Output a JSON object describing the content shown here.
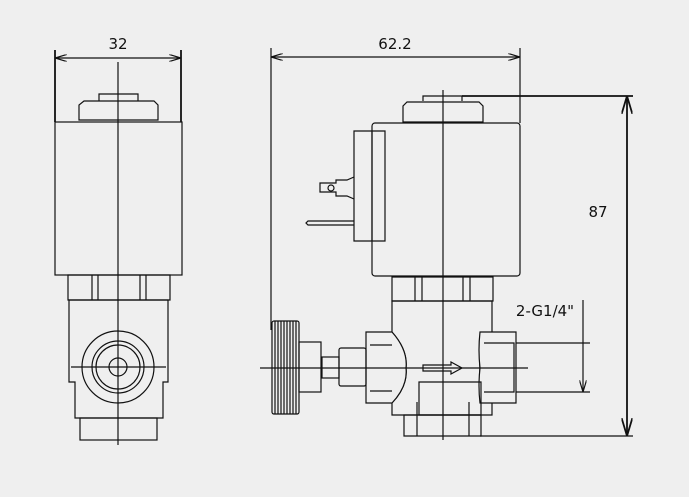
{
  "drawing": {
    "front_view": {
      "width_label": "32"
    },
    "side_view": {
      "width_label": "62.2",
      "height_label": "87",
      "port_label": "2-G1/4\""
    }
  },
  "colors": {
    "background": "#efefef",
    "line": "#111111"
  }
}
